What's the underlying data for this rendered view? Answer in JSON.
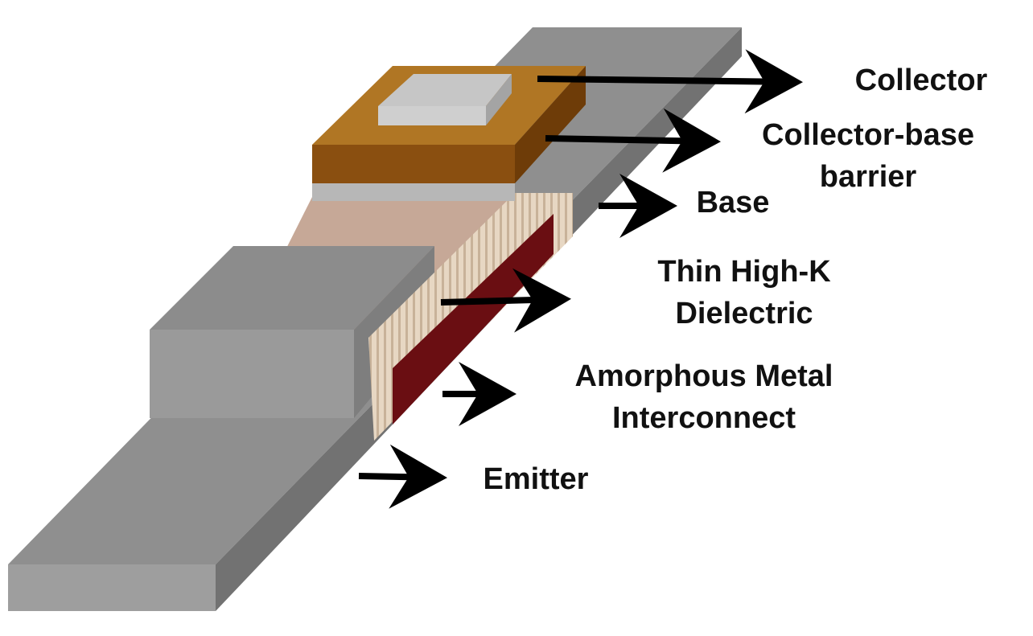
{
  "labels": {
    "collector": "Collector",
    "collector_base_barrier": [
      "Collector-base",
      "barrier"
    ],
    "base": "Base",
    "dielectric": [
      "Thin High-K",
      "Dielectric"
    ],
    "interconnect": [
      "Amorphous Metal",
      "Interconnect"
    ],
    "emitter": "Emitter"
  },
  "colors": {
    "emitter_top": "#8f8f8f",
    "emitter_front": "#9e9e9e",
    "emitter_side": "#727272",
    "emitter_block_top": "#8c8c8c",
    "emitter_block_front": "#9a9a9a",
    "emitter_block_side": "#7e7e7e",
    "base_top": "#c6a897",
    "base_front": "#b7b7b7",
    "dielectric": "#e7d7c3",
    "dielectric_stripe": "#c8b299",
    "interconnect": "#6a0e12",
    "barrier_top": "#b07624",
    "barrier_front": "#8a4f10",
    "barrier_side": "#6e3c08",
    "collector_top": "#c6c6c6",
    "collector_side": "#a4a4a4",
    "arrow": "#000000"
  }
}
